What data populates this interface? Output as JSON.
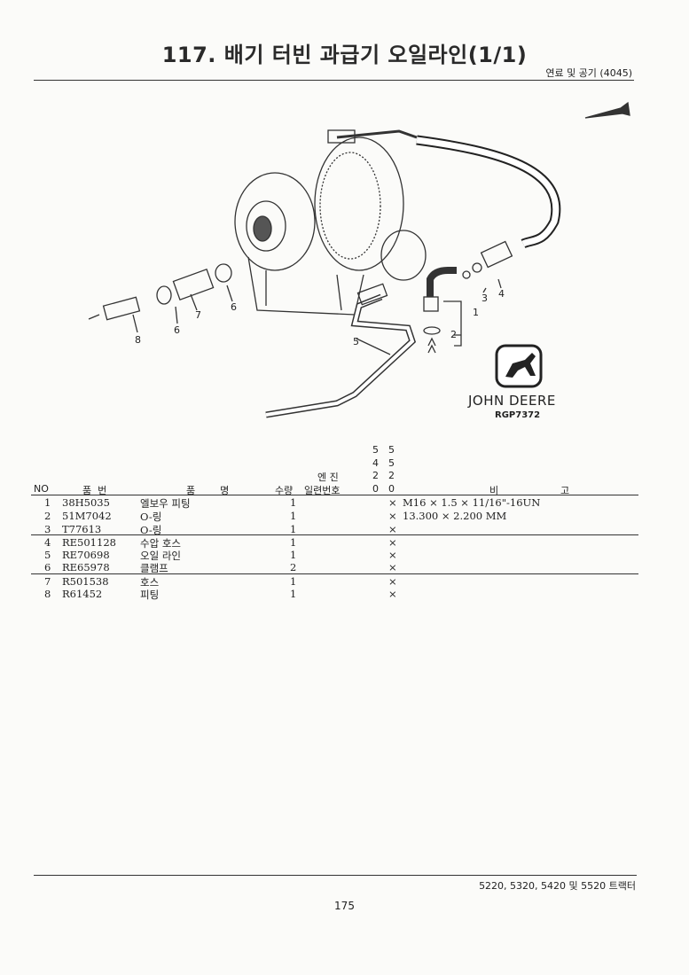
{
  "header": {
    "title": "117. 배기 터빈 과급기 오일라인(1/1)",
    "section": "연료 및 공기 (4045)"
  },
  "diagram": {
    "callouts": [
      "1",
      "2",
      "3",
      "4",
      "5",
      "6",
      "7",
      "6",
      "8"
    ],
    "logo": {
      "brand": "JOHN DEERE",
      "code": "RGP7372"
    }
  },
  "table": {
    "headers": {
      "no": "NO",
      "part_no": "품  번",
      "name": "품        명",
      "qty": "수량",
      "engine": "엔   진",
      "serial": "일련번호",
      "model_a": [
        "5",
        "4",
        "2",
        "0"
      ],
      "model_b": [
        "5",
        "5",
        "2",
        "0"
      ],
      "remarks": "비                    고"
    },
    "rows": [
      {
        "no": "1",
        "part_no": "38H5035",
        "name": "엘보우 피팅",
        "qty": "1",
        "mark": "×",
        "remarks": "M16 × 1.5 × 11/16\"-16UN"
      },
      {
        "no": "2",
        "part_no": "51M7042",
        "name": "O-링",
        "qty": "1",
        "mark": "×",
        "remarks": "13.300 × 2.200 MM"
      },
      {
        "no": "3",
        "part_no": "T77613",
        "name": "O-링",
        "qty": "1",
        "mark": "×",
        "remarks": ""
      },
      {
        "no": "4",
        "part_no": "RE501128",
        "name": "수압 호스",
        "qty": "1",
        "mark": "×",
        "remarks": ""
      },
      {
        "no": "5",
        "part_no": "RE70698",
        "name": "오일 라인",
        "qty": "1",
        "mark": "×",
        "remarks": ""
      },
      {
        "no": "6",
        "part_no": "RE65978",
        "name": "클램프",
        "qty": "2",
        "mark": "×",
        "remarks": ""
      },
      {
        "no": "7",
        "part_no": "R501538",
        "name": "호스",
        "qty": "1",
        "mark": "×",
        "remarks": ""
      },
      {
        "no": "8",
        "part_no": "R61452",
        "name": "피팅",
        "qty": "1",
        "mark": "×",
        "remarks": ""
      }
    ]
  },
  "footer": {
    "models": "5220, 5320, 5420 및 5520 트랙터",
    "page": "175"
  }
}
